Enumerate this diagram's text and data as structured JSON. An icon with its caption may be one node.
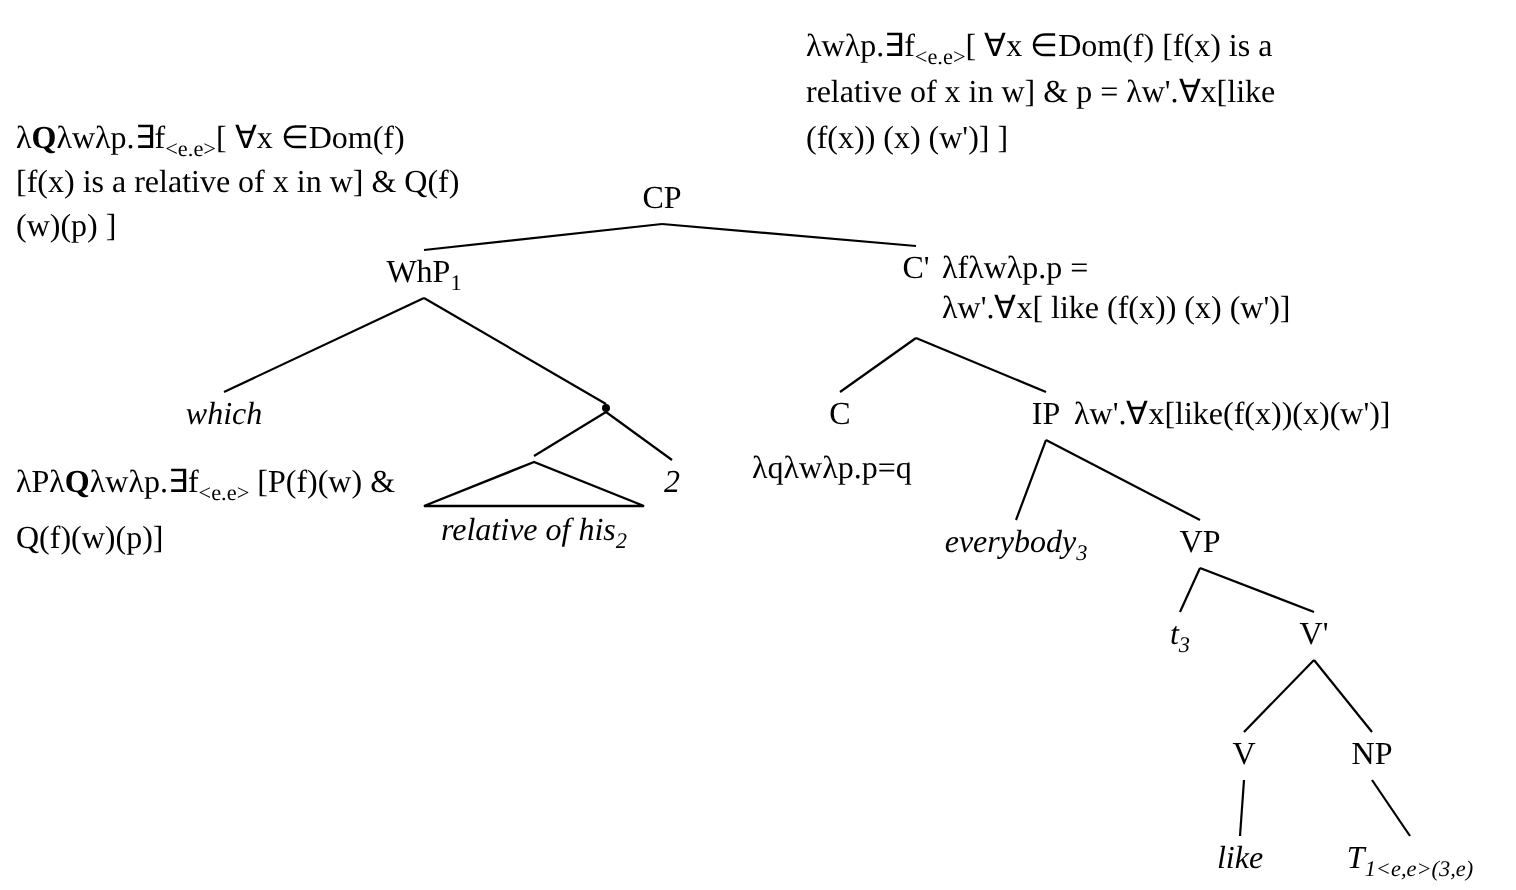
{
  "diagram": {
    "nodes": [
      {
        "text": [
          "CP"
        ]
      },
      {
        "text": [
          "WhP$_{1}$"
        ],
        "beside": [
          "λ**Q**λwλp.∃f$_{<e.e>}$[ ∀x ∈Dom(f) [f(x) is a relative of x in w] & Q(f)(w)(p) ]"
        ]
      },
      {
        "text": [
          "C'"
        ],
        "beside": [
          "λfλwλp.p = λw'.∀x[ like (f(x)) (x) (w')]"
        ]
      },
      {
        "text": [
          "which"
        ],
        "beside": [
          "λPλ**Q**λwλp.∃f$_{<e.e>}$ [P(f)(w) & Q(f)(w)(p)]"
        ]
      },
      {
        "text": [],
        "shape": "point"
      },
      {
        "text": [
          "relative of his$_{2}$"
        ]
      },
      {
        "text": [
          "2"
        ]
      },
      {
        "text": [
          "C"
        ],
        "beside": [
          "λqλwλp.p=q"
        ]
      },
      {
        "text": [
          "IP"
        ],
        "beside": [
          "λw'.∀x[like(f(x))(x)(w')]"
        ]
      },
      {
        "text": [
          "everybody$_{3}$"
        ]
      },
      {
        "text": [
          "VP"
        ]
      },
      {
        "text": [
          "t$_{3}$"
        ]
      },
      {
        "text": [
          "V'"
        ]
      },
      {
        "text": [
          "V"
        ]
      },
      {
        "text": [
          "NP"
        ]
      },
      {
        "text": [
          "like"
        ]
      },
      {
        "text": [
          "T$_{1<e,e>(3,e)}$"
        ]
      }
    ],
    "edges": [
      {
        "from": 0,
        "to": 1,
        "arrow": "none"
      },
      {
        "from": 0,
        "to": 2,
        "arrow": "none"
      },
      {
        "from": 1,
        "to": 3,
        "arrow": "none"
      },
      {
        "from": 1,
        "to": 4,
        "arrow": "none"
      },
      {
        "from": 4,
        "to": 5,
        "arrow": "none"
      },
      {
        "from": 4,
        "to": 6,
        "arrow": "none"
      },
      {
        "from": 2,
        "to": 7,
        "arrow": "none"
      },
      {
        "from": 2,
        "to": 8,
        "arrow": "none"
      },
      {
        "from": 8,
        "to": 9,
        "arrow": "none"
      },
      {
        "from": 8,
        "to": 10,
        "arrow": "none"
      },
      {
        "from": 10,
        "to": 11,
        "arrow": "none"
      },
      {
        "from": 10,
        "to": 12,
        "arrow": "none"
      },
      {
        "from": 12,
        "to": 13,
        "arrow": "none"
      },
      {
        "from": 12,
        "to": 14,
        "arrow": "none"
      },
      {
        "from": 13,
        "to": 15,
        "arrow": "none"
      },
      {
        "from": 14,
        "to": 16,
        "arrow": "none"
      }
    ],
    "labels": [
      "λwλp.∃f$_{<e.e>}$[ ∀x ∈Dom(f) [f(x) is a relative of x in w] & p = λw'.∀x[like (f(x)) (x) (w')] ]"
    ]
  }
}
